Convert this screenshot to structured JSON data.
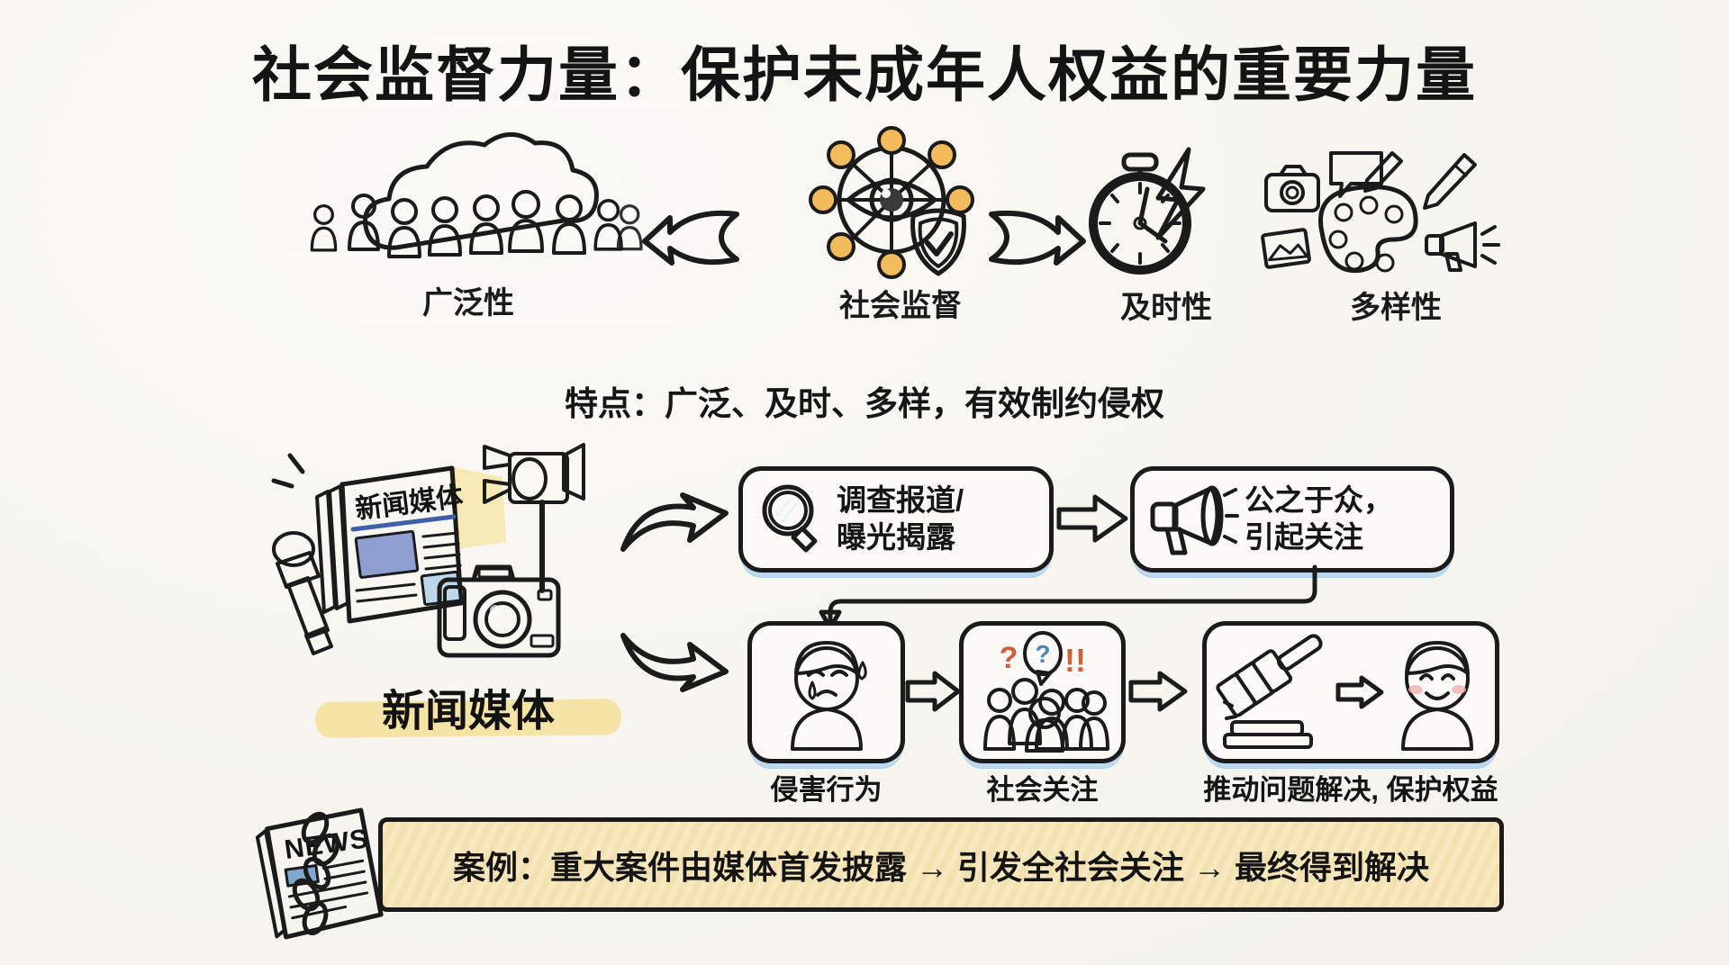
{
  "title": "社会监督力量：保护未成年人权益的重要力量",
  "top_row": {
    "broad": {
      "label": "广泛性",
      "icon": "crowd-under-cloud-icon"
    },
    "core": {
      "label": "社会监督",
      "icon": "eye-network-shield-icon"
    },
    "timely": {
      "label": "及时性",
      "icon": "stopwatch-lightning-icon"
    },
    "diverse": {
      "label": "多样性",
      "icon": "palette-media-icon"
    },
    "arrow_left": "arrow-left-icon",
    "arrow_right": "arrow-right-icon",
    "characteristics": "特点：广泛、及时、多样，有效制约侵权"
  },
  "media": {
    "headline": "新闻媒体",
    "label": "新闻媒体",
    "icons": [
      "newspaper-icon",
      "microphone-icon",
      "camera-icon",
      "studio-light-icon"
    ],
    "arrow_up": "arrow-up-right-icon",
    "arrow_down": "arrow-down-right-icon"
  },
  "flow_top": [
    {
      "id": "investigate",
      "text": "调查报道/\n曝光揭露",
      "icon": "magnifier-icon"
    },
    {
      "id": "publicize",
      "text": "公之于众，\n引起关注",
      "icon": "megaphone-icon"
    }
  ],
  "flow_bottom": [
    {
      "id": "harm",
      "caption": "侵害行为",
      "icon": "crying-child-icon"
    },
    {
      "id": "attention",
      "caption": "社会关注",
      "icon": "crowd-question-icon"
    },
    {
      "id": "resolve",
      "caption": "推动问题解决, 保护权益",
      "icon": "gavel-happy-child-icon"
    }
  ],
  "banner": {
    "text": "案例：重大案件由媒体首发披露 → 引发全社会关注 → 最终得到解决",
    "icon": "news-chain-icon"
  },
  "colors": {
    "background": "#f7f6f1",
    "ink": "#1b1b1b",
    "blue": "#6aa9dd",
    "light_blue": "#a9cfea",
    "green": "#8fbf6e",
    "orange": "#e88b45",
    "yellow": "#f2c64a",
    "banner_fill": "#f4e3b5",
    "highlight": "#f5dc8e"
  }
}
